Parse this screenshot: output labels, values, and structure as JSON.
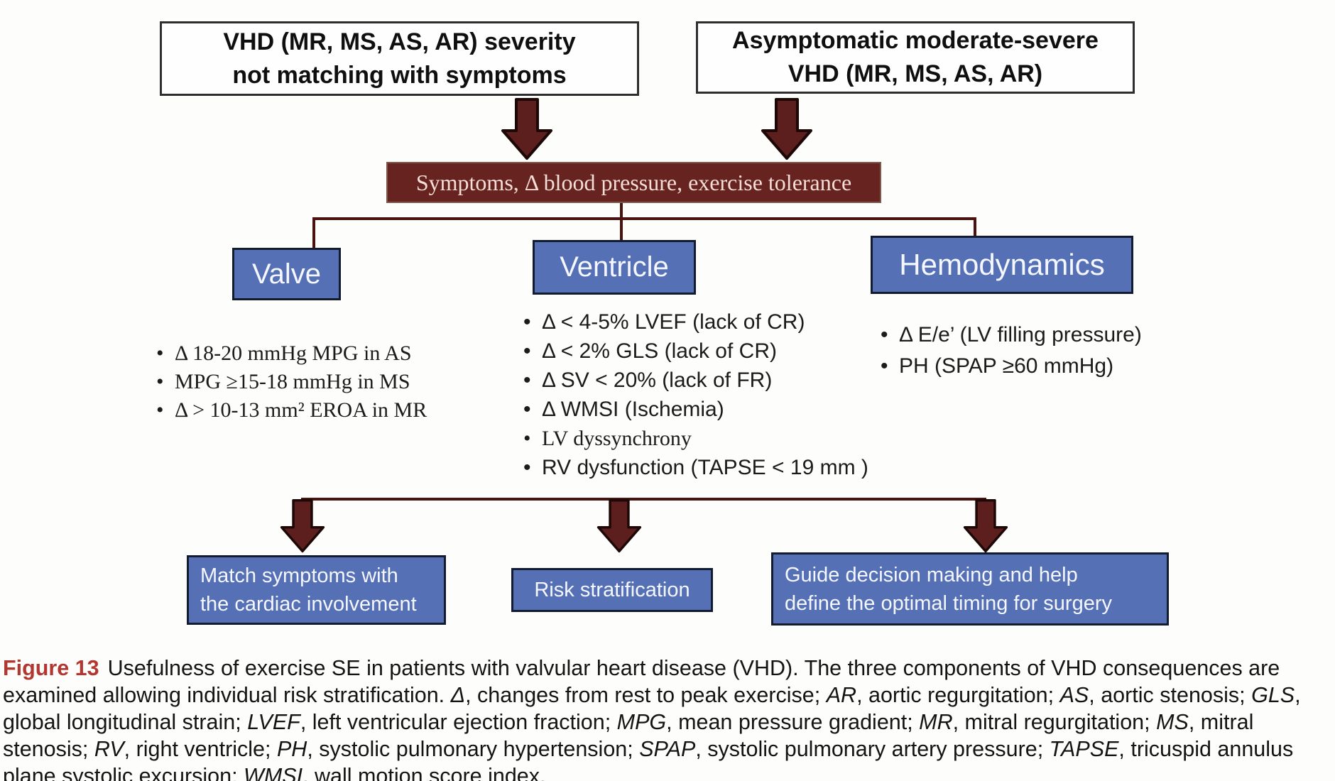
{
  "figure": {
    "condition_boxes": [
      {
        "lines": [
          "VHD (MR, MS, AS, AR)  severity",
          "not matching with symptoms"
        ]
      },
      {
        "lines": [
          "Asymptomatic moderate-severe",
          "VHD (MR, MS, AS, AR)"
        ]
      }
    ],
    "assessment_box": {
      "text": "Symptoms, Δ blood pressure, exercise tolerance"
    },
    "categories": [
      {
        "label": "Valve",
        "items": [
          "Δ 18-20 mmHg MPG in AS",
          "MPG ≥15-18 mmHg in MS",
          "Δ > 10-13 mm² EROA in MR"
        ]
      },
      {
        "label": "Ventricle",
        "items": [
          "Δ < 4-5% LVEF (lack of CR)",
          "Δ < 2% GLS (lack of CR)",
          "Δ SV < 20% (lack of FR)",
          "Δ WMSI (Ischemia)",
          "LV dyssynchrony",
          "RV dysfunction (TAPSE < 19 mm )"
        ]
      },
      {
        "label": "Hemodynamics",
        "items": [
          "Δ E/e’ (LV filling pressure)",
          "PH (SPAP ≥60 mmHg)"
        ]
      }
    ],
    "outcomes": [
      {
        "lines": [
          "Match symptoms with",
          "the cardiac involvement"
        ]
      },
      {
        "lines": [
          "Risk stratification"
        ]
      },
      {
        "lines": [
          "Guide decision making and help",
          "define the optimal timing for surgery"
        ]
      }
    ],
    "colors": {
      "maroon_box": "#67231f",
      "arrow_fill": "#5d1f1e",
      "connector_line": "#4b1310",
      "blue_box": "#5670b5",
      "figure_label_red": "#b23730"
    }
  },
  "caption": {
    "label": "Figure 13",
    "segments": [
      {
        "t": "Figure 13",
        "red": true
      },
      {
        "t": "Usefulness of exercise SE in patients with valvular heart disease (VHD). The three components of VHD consequences are examined allowing individual risk stratification. "
      },
      {
        "t": "Δ",
        "i": true
      },
      {
        "t": ", changes from rest to peak exercise; "
      },
      {
        "t": "AR",
        "i": true
      },
      {
        "t": ", aortic regurgitation; "
      },
      {
        "t": "AS",
        "i": true
      },
      {
        "t": ", aortic stenosis; "
      },
      {
        "t": "GLS",
        "i": true
      },
      {
        "t": ", global longitudinal strain; "
      },
      {
        "t": "LVEF",
        "i": true
      },
      {
        "t": ", left ventricular ejection fraction; "
      },
      {
        "t": "MPG",
        "i": true
      },
      {
        "t": ", mean pressure gradient; "
      },
      {
        "t": "MR",
        "i": true
      },
      {
        "t": ", mitral regurgitation; "
      },
      {
        "t": "MS",
        "i": true
      },
      {
        "t": ", mitral stenosis; "
      },
      {
        "t": "RV",
        "i": true
      },
      {
        "t": ", right ventricle; "
      },
      {
        "t": "PH",
        "i": true
      },
      {
        "t": ", systolic pulmonary hypertension; "
      },
      {
        "t": "SPAP",
        "i": true
      },
      {
        "t": ", systolic pulmonary artery pressure; "
      },
      {
        "t": "TAPSE",
        "i": true
      },
      {
        "t": ", tricuspid annulus plane systolic excursion; "
      },
      {
        "t": "WMSI",
        "i": true
      },
      {
        "t": ", wall motion score index."
      }
    ]
  }
}
